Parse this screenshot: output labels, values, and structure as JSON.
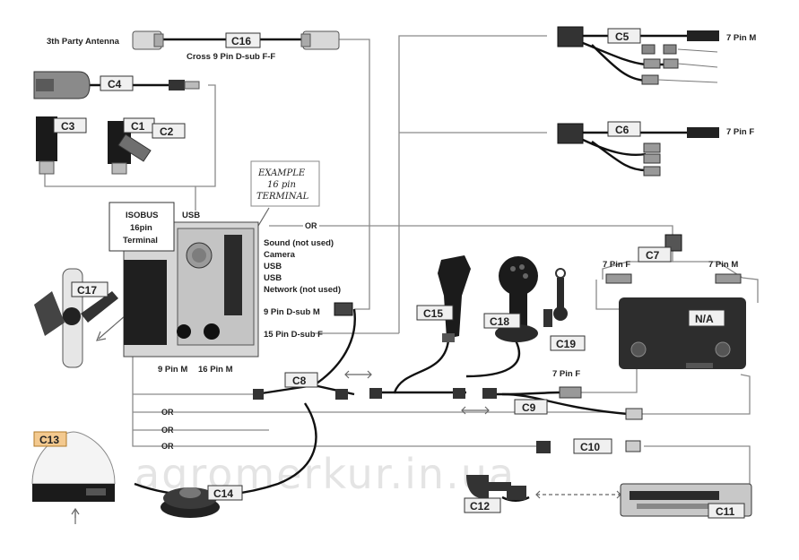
{
  "diagram": {
    "watermark": "agromerkur.in.ua",
    "terminal": {
      "title_lines": [
        "ISOBUS",
        "16pin",
        "Terminal"
      ],
      "example_lines": [
        "EXAMPLE",
        "16 pin",
        "TERMINAL"
      ],
      "usb_label": "USB",
      "or_label": "OR",
      "ports": [
        "Sound (not used)",
        "Camera",
        "USB",
        "USB",
        "Network (not used)"
      ],
      "dsub9_label": "9 Pin D-sub M",
      "dsub15_label": "15 Pin D-sub F",
      "pin9_label": "9 Pin M",
      "pin16_label": "16 Pin M"
    },
    "antenna_3rd_party": "3th Party Antenna",
    "c16_caption": "Cross 9 Pin D-sub F-F",
    "na_label": "N/A",
    "pin_labels": {
      "c5_right": "7 Pin M",
      "c6_right": "7 Pin F",
      "c7_left": "7 Pin F",
      "c7_right": "7 Pin M",
      "c9_top": "7 Pin F"
    },
    "or_labels": [
      "OR",
      "OR",
      "OR"
    ],
    "codes": {
      "c1": "C1",
      "c2": "C2",
      "c3": "C3",
      "c4": "C4",
      "c5": "C5",
      "c6": "C6",
      "c7": "C7",
      "c8": "C8",
      "c9": "C9",
      "c10": "C10",
      "c11": "C11",
      "c12": "C12",
      "c13": "C13",
      "c14": "C14",
      "c15": "C15",
      "c16": "C16",
      "c17": "C17",
      "c18": "C18",
      "c19": "C19"
    }
  }
}
